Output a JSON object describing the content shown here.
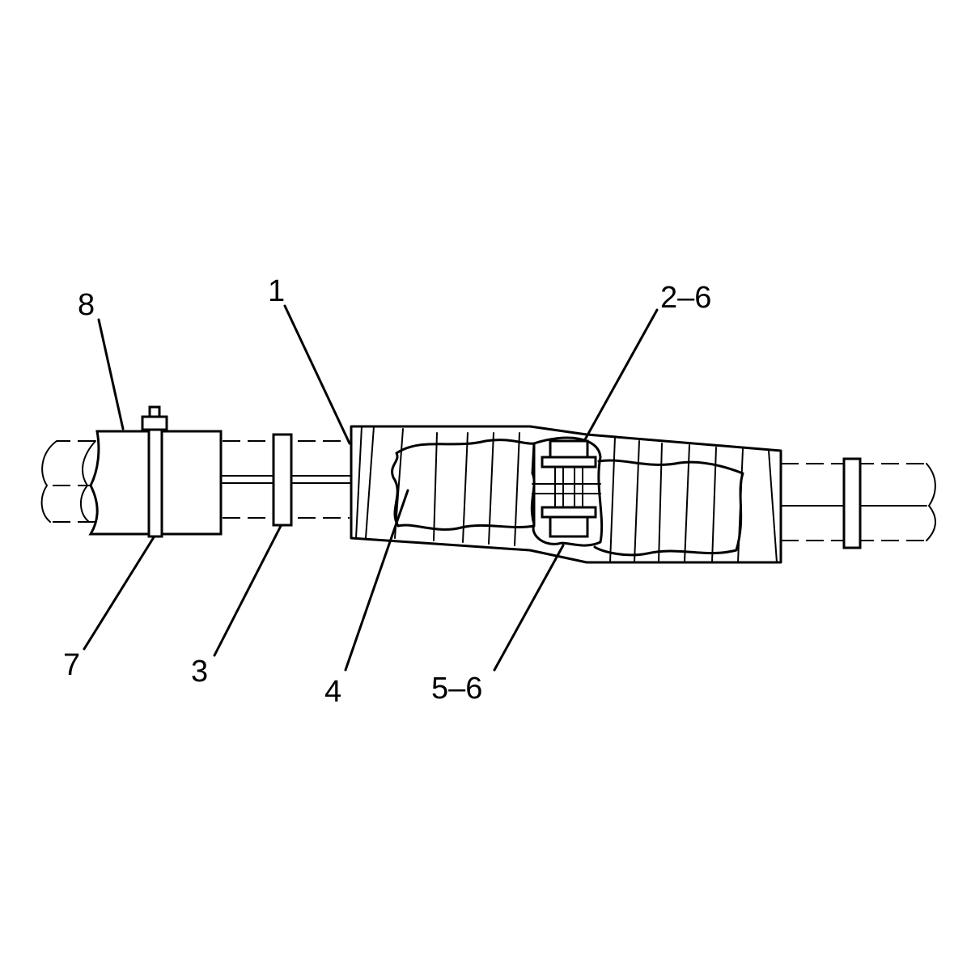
{
  "callouts": {
    "c8": "8",
    "c1": "1",
    "c2_6": "2–6",
    "c7": "7",
    "c3": "3",
    "c4": "4",
    "c5_6": "5–6"
  },
  "colors": {
    "ink": "#000000",
    "paper": "#ffffff"
  }
}
